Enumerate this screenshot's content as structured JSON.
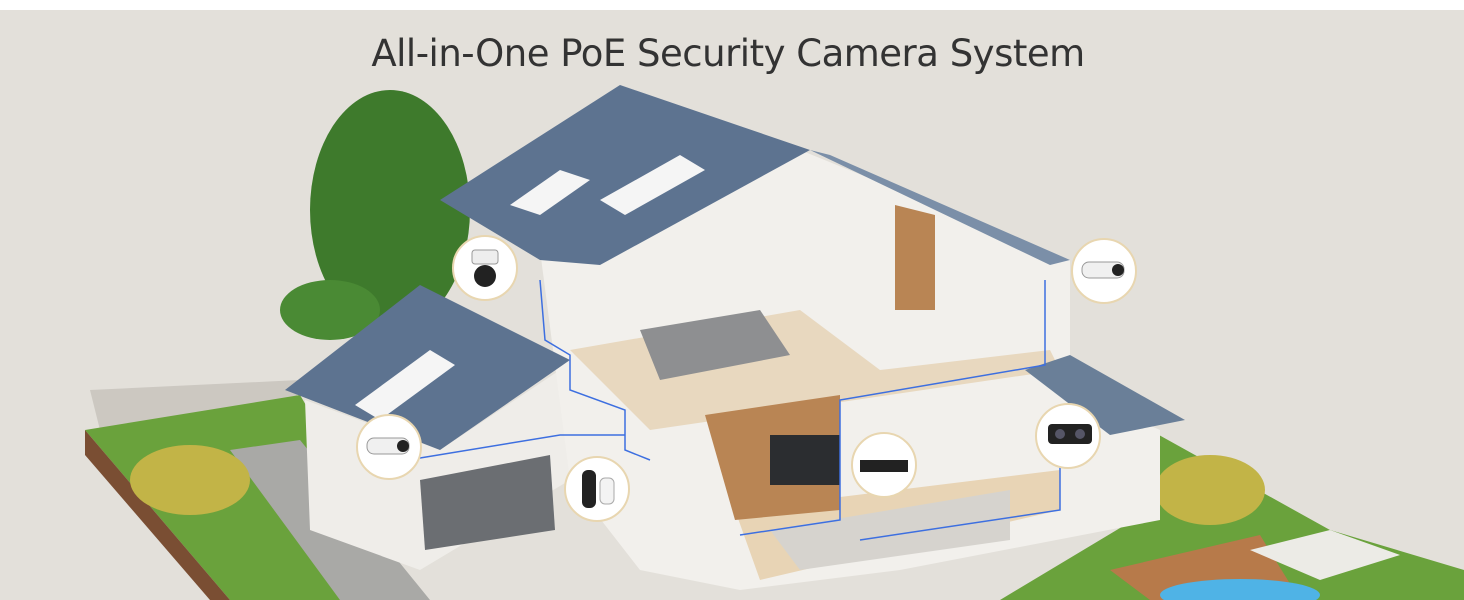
{
  "title": "All-in-One PoE Security Camera System",
  "colors": {
    "background": "#e3e0da",
    "roof": "#5d7390",
    "cable": "#3d6fe0",
    "lawn": "#6aa23c",
    "title": "#333333"
  },
  "cameras": [
    {
      "name": "ptz-dome-camera"
    },
    {
      "name": "bullet-camera-right"
    },
    {
      "name": "bullet-camera-garage"
    },
    {
      "name": "video-doorbell"
    },
    {
      "name": "nvr-recorder"
    },
    {
      "name": "dual-lens-camera"
    }
  ]
}
